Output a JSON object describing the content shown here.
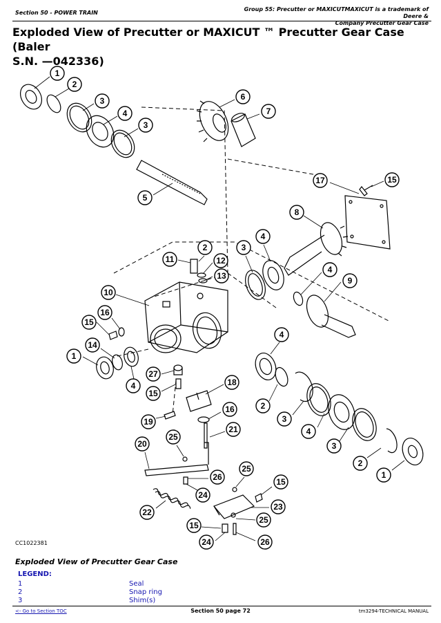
{
  "header": {
    "section": "Section 50 - POWER TRAIN",
    "group_line1": "Group 55: Precutter or MAXICUTMAXICUT is a trademark of Deere &",
    "group_line2": "Company Precutter Gear Case"
  },
  "title": {
    "line1": "Exploded View of Precutter or MAXICUT ™ Precutter Gear Case (Baler",
    "line2": "S.N. —042336)"
  },
  "figure": {
    "id": "CC1022381",
    "caption": "Exploded View of Precutter Gear Case",
    "callouts": [
      "1",
      "2",
      "3",
      "4",
      "3",
      "5",
      "6",
      "7",
      "17",
      "15",
      "8",
      "3",
      "4",
      "11",
      "2",
      "12",
      "13",
      "4",
      "9",
      "10",
      "16",
      "15",
      "14",
      "1",
      "4",
      "27",
      "15",
      "4",
      "2",
      "3",
      "4",
      "3",
      "2",
      "1",
      "18",
      "19",
      "16",
      "25",
      "21",
      "20",
      "26",
      "24",
      "22",
      "25",
      "15",
      "23",
      "15",
      "25",
      "24",
      "26"
    ]
  },
  "legend": {
    "title": "LEGEND:",
    "items": [
      {
        "num": "1",
        "desc": "Seal"
      },
      {
        "num": "2",
        "desc": "Snap ring"
      },
      {
        "num": "3",
        "desc": "Shim(s)"
      }
    ]
  },
  "footer": {
    "toc_link": "<- Go to Section TOC",
    "page": "Section 50 page 72",
    "manual": "tm3294-TECHNICAL MANUAL"
  }
}
